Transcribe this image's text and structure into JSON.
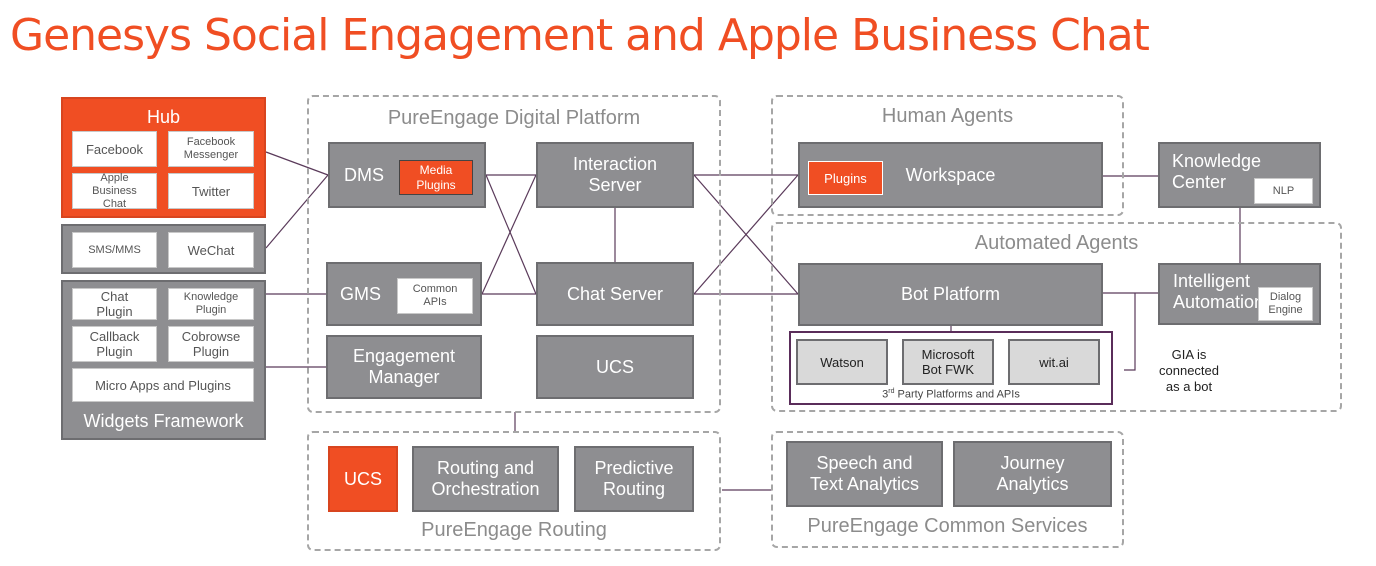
{
  "title": "Genesys Social Engagement and Apple Business Chat",
  "groups": {
    "digital_platform": "PureEngage Digital Platform",
    "human_agents": "Human Agents",
    "automated_agents": "Automated Agents",
    "routing": "PureEngage Routing",
    "common_services": "PureEngage Common Services"
  },
  "hub": {
    "title": "Hub",
    "facebook": "Facebook",
    "facebook_messenger": "Facebook Messenger",
    "apple_business_chat": "Apple Business Chat",
    "twitter": "Twitter"
  },
  "messaging": {
    "sms": "SMS/MMS",
    "wechat": "WeChat"
  },
  "widgets": {
    "chat_plugin": "Chat Plugin",
    "knowledge_plugin": "Knowledge Plugin",
    "callback_plugin": "Callback Plugin",
    "cobrowse_plugin": "Cobrowse Plugin",
    "micro_apps": "Micro Apps and Plugins",
    "title": "Widgets Framework"
  },
  "platform": {
    "dms": "DMS",
    "media_plugins": "Media Plugins",
    "interaction_server": "Interaction Server",
    "gms": "GMS",
    "common_apis": "Common APIs",
    "chat_server": "Chat Server",
    "engagement_manager": "Engagement Manager",
    "ucs": "UCS"
  },
  "human": {
    "plugins": "Plugins",
    "workspace": "Workspace"
  },
  "knowledge": {
    "title": "Knowledge Center",
    "nlp": "NLP"
  },
  "automated": {
    "bot_platform": "Bot Platform",
    "intelligent_automation": "Intelligent Automation",
    "dialog_engine": "Dialog Engine",
    "watson": "Watson",
    "microsoft_bot": "Microsoft Bot FWK",
    "witai": "wit.ai",
    "third_party_rd": "rd",
    "third_party_prefix": "3",
    "third_party_suffix": " Party Platforms and APIs",
    "gia_note": "GIA is connected as a bot"
  },
  "routing": {
    "ucs": "UCS",
    "routing_orchestration": "Routing and Orchestration",
    "predictive_routing": "Predictive Routing"
  },
  "services": {
    "speech_text": "Speech and Text Analytics",
    "journey": "Journey Analytics"
  }
}
